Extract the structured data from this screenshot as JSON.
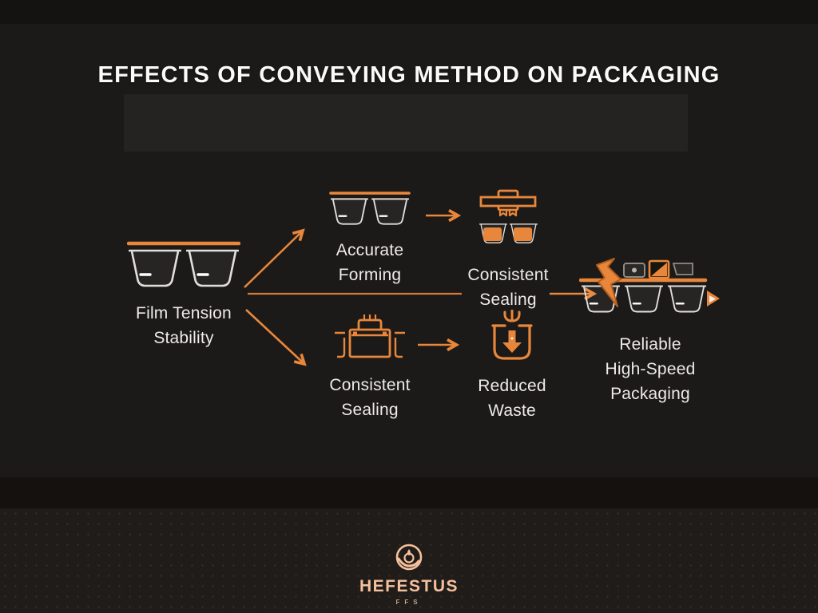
{
  "header": {
    "title": "EFFECTS OF CONVEYING METHOD ON PACKAGING"
  },
  "nodes": {
    "film_tension": {
      "line1": "Film Tension",
      "line2": "Stability",
      "icon": "film-over-trays-icon"
    },
    "accurate_forming": {
      "line1": "Accurate",
      "line2": "Forming",
      "icon": "formed-trays-icon"
    },
    "consistent_sealing_top": {
      "line1": "Consistent",
      "line2": "Sealing",
      "icon": "sealing-press-trays-icon"
    },
    "consistent_sealing_bottom": {
      "line1": "Consistent",
      "line2": "Sealing",
      "icon": "sealing-machine-icon"
    },
    "reduced_waste": {
      "line1": "Reduced",
      "line2": "Waste",
      "icon": "waste-bin-down-arrow-icon"
    },
    "outcome": {
      "line1": "Reliable",
      "line2": "High-Speed",
      "line3": "Packaging",
      "icon": "high-speed-packaging-line-icon"
    }
  },
  "footer": {
    "brand": "HEFESTUS",
    "tagline": "FFS",
    "logo_icon": "hefestus-flame-circle-icon"
  },
  "colors": {
    "accent_orange": "#E8873B",
    "background": "#1C1A18",
    "node_text": "#EDEAE7",
    "title_text": "#FAFAFA",
    "logo_peach": "#F5C09C",
    "tray_outline": "#E2DFDB"
  }
}
